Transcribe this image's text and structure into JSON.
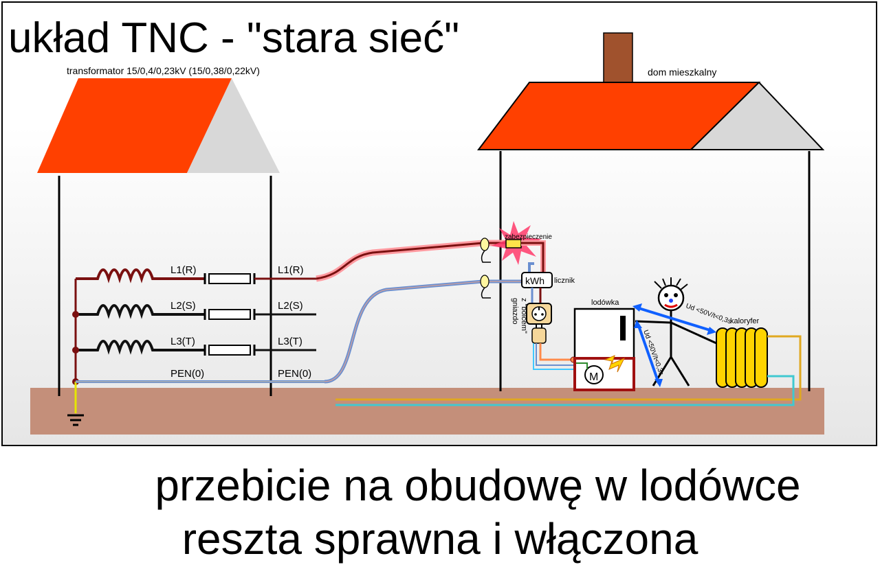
{
  "title": "układ TNC - \"stara sieć\"",
  "transformer_label": "transformator 15/0,4/0,23kV (15/0,38/0,22kV)",
  "house_label": "dom mieszkalny",
  "phases": {
    "l1_left": "L1(R)",
    "l1_right": "L1(R)",
    "l2_left": "L2(S)",
    "l2_right": "L2(S)",
    "l3_left": "L3(T)",
    "l3_right": "L3(T)",
    "pen_left": "PEN(0)",
    "pen_right": "PEN(0)"
  },
  "components": {
    "fuse": "zabezpieczenie",
    "meter_text": "kWh",
    "meter": "licznik",
    "socket_line1": "gniazdo",
    "socket_line2": "z \"bolcem\"",
    "fridge": "lodówka",
    "motor": "M",
    "radiator": "kaloryfer"
  },
  "voltages": {
    "touch1": "Ud <50V/t<0,3s",
    "touch2": "Ud <50V/t<0,3s"
  },
  "caption": {
    "line1": "przebicie na obudowę w lodówce",
    "line2": "reszta sprawna i włączona"
  },
  "colors": {
    "roof_red": "#ff4000",
    "roof_gray": "#d8d8d8",
    "chimney": "#a0522d",
    "ground": "#c48f7a",
    "phase_wire": "#7a1010",
    "pen_wire": "#6a8fd0",
    "radiator": "#ffd400",
    "earth_yellow": "#e6e600"
  }
}
